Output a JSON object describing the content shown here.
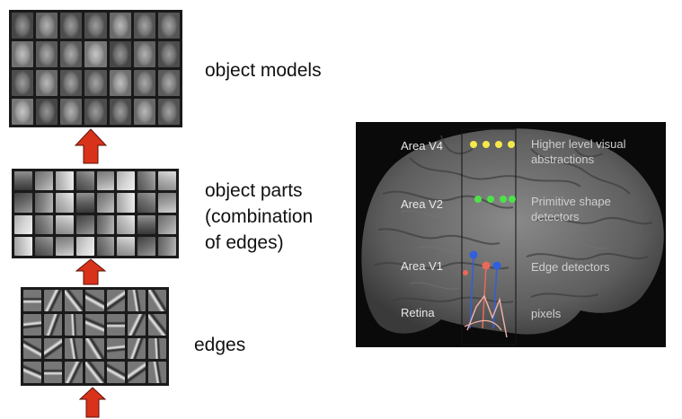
{
  "hierarchy": [
    {
      "label": "object models",
      "tile": "face-filter"
    },
    {
      "label": "object parts\n(combination\nof edges)",
      "tile": "part-filter"
    },
    {
      "label": "edges",
      "tile": "gabor-edge-filter"
    }
  ],
  "arrow_color": "#d9321a",
  "brain": {
    "areas": [
      {
        "area": "Area V4",
        "description": "Higher level visual\nabstractions",
        "marker_color": "#f5e84a"
      },
      {
        "area": "Area V2",
        "description": "Primitive shape\ndetectors",
        "marker_color": "#4fe14a"
      },
      {
        "area": "Area V1",
        "description": "Edge detectors",
        "marker_color": "#2f5fe0"
      },
      {
        "area": "Retina",
        "description": "pixels",
        "marker_color": "#e96a5a"
      }
    ]
  }
}
